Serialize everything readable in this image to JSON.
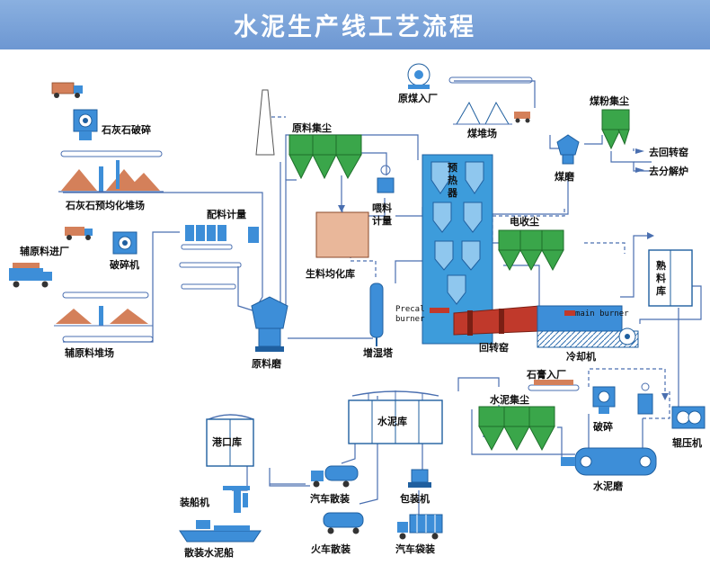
{
  "title": "水泥生产线工艺流程",
  "labels": {
    "limestone_crushing": "石灰石破碎",
    "limestone_prehomog": "石灰石预均化堆场",
    "raw_dust": "原料集尘",
    "batching": "配料计量",
    "aux_in": "辅原料进厂",
    "crusher": "破碎机",
    "aux_yard": "辅原料堆场",
    "raw_mill": "原料磨",
    "homog_silo": "生料均化库",
    "feed_meter": "喂料计量",
    "preheater": "预热器",
    "humid_tower": "增湿塔",
    "coal_in": "原煤入厂",
    "coal_yard": "煤堆场",
    "coal_dust": "煤粉集尘",
    "coal_mill": "煤磨",
    "to_kiln": "去回转窑",
    "to_calciner": "去分解炉",
    "esp": "电收尘",
    "clinker_silo": "熟料库",
    "precal_burner": "Precal burner",
    "main_burner": "main burner",
    "rotary_kiln": "回转窑",
    "cooler": "冷却机",
    "gypsum_in": "石膏入厂",
    "cement_dust": "水泥集尘",
    "cement_silo": "水泥库",
    "port_silo": "港口库",
    "crushing": "破碎",
    "roller_press": "辊压机",
    "cement_mill": "水泥磨",
    "ship_loader": "装船机",
    "bulk_ship": "散装水泥船",
    "truck_bulk": "汽车散装",
    "packer": "包装机",
    "train_bulk": "火车散装",
    "truck_bag": "汽车袋装"
  },
  "colors": {
    "banner": "#7aa3da",
    "equipment_blue": "#3d8ed8",
    "dust_green": "#3aa64a",
    "material_orange": "#d4805a",
    "kiln_red": "#c0392b",
    "preheater_blue": "#3d9cdb",
    "line_blue": "#4a6fb0"
  }
}
